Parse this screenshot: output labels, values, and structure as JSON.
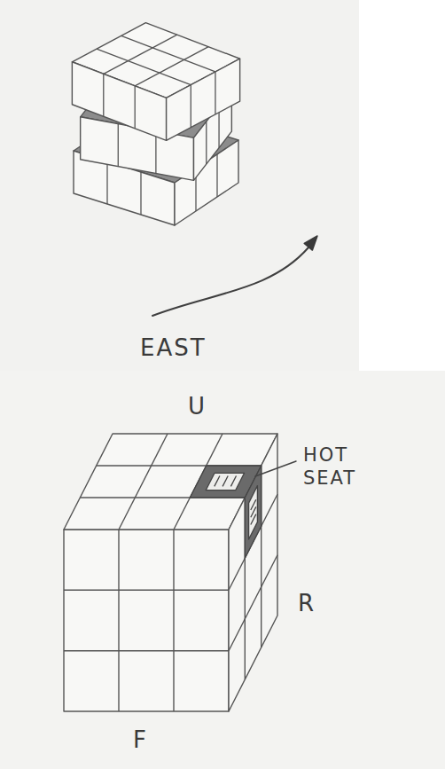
{
  "diagram": {
    "labels": [
      "EAST",
      "U",
      "HOT SEAT",
      "R",
      "F"
    ]
  }
}
